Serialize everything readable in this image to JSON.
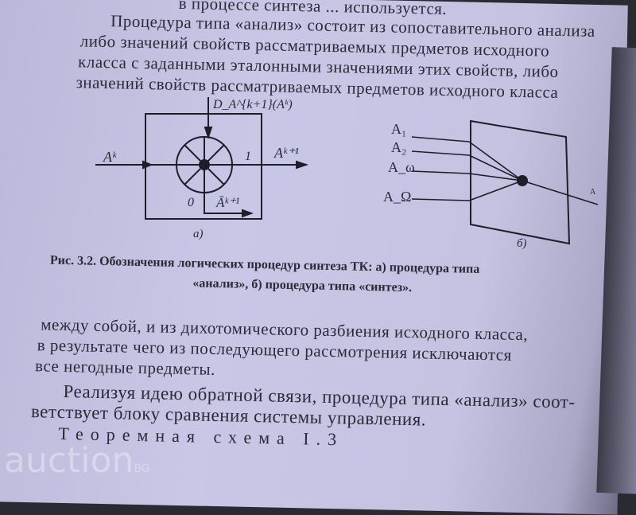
{
  "text": {
    "top_cut": "в процессе синтеза ... используется.",
    "p1_l1": "Процедура типа «анализ» состоит из сопоставительного анализа",
    "p1_l2": "либо значений свойств рассматриваемых предметов исходного",
    "p1_l3": "класса с заданными эталонными значениями этих свойств, либо",
    "p1_l4": "значений свойств рассматриваемых предметов исходного класса",
    "p2_l1": "между собой, и из дихотомического разбиения исходного класса,",
    "p2_l2": "в результате чего из последующего рассмотрения исключаются",
    "p2_l3": "все негодные предметы.",
    "p3_l1": "Реализуя идею обратной связи, процедура типа «анализ» соот-",
    "p3_l2": "ветствует блоку сравнения системы управления.",
    "heading": "Теоремная схема I.3"
  },
  "figure": {
    "caption_l1": "Рис. 3.2. Обозначения логических процедур синтеза ТК: а) процедура типа",
    "caption_l2": "«анализ», б) процедура типа «синтез».",
    "a": {
      "input": "Aᵏ",
      "top": "D_A^{k+1}(Aᵏ)",
      "out1_num": "1",
      "out1": "Aᵏ⁺¹",
      "out0_num": "0",
      "out0": "Āᵏ⁺¹",
      "label": "а)"
    },
    "b": {
      "inputs": [
        "A₁",
        "A₂",
        "A_ω",
        "A_Ω"
      ],
      "output": "A",
      "label": "б)"
    }
  },
  "watermark": {
    "text": "auction",
    "suffix": "BG"
  }
}
